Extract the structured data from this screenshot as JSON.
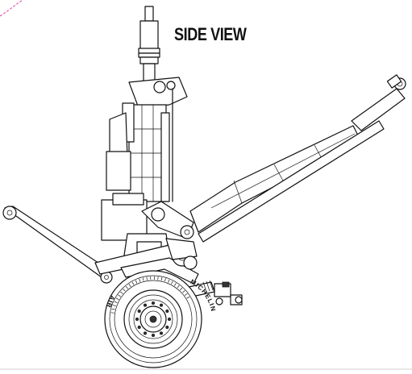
{
  "figure": {
    "title": "SIDE VIEW",
    "tire_lettering": [
      "MICHELIN",
      "AIR"
    ],
    "accent_color": "#e040a0",
    "line_color": "#111111",
    "background_color": "#ffffff"
  }
}
